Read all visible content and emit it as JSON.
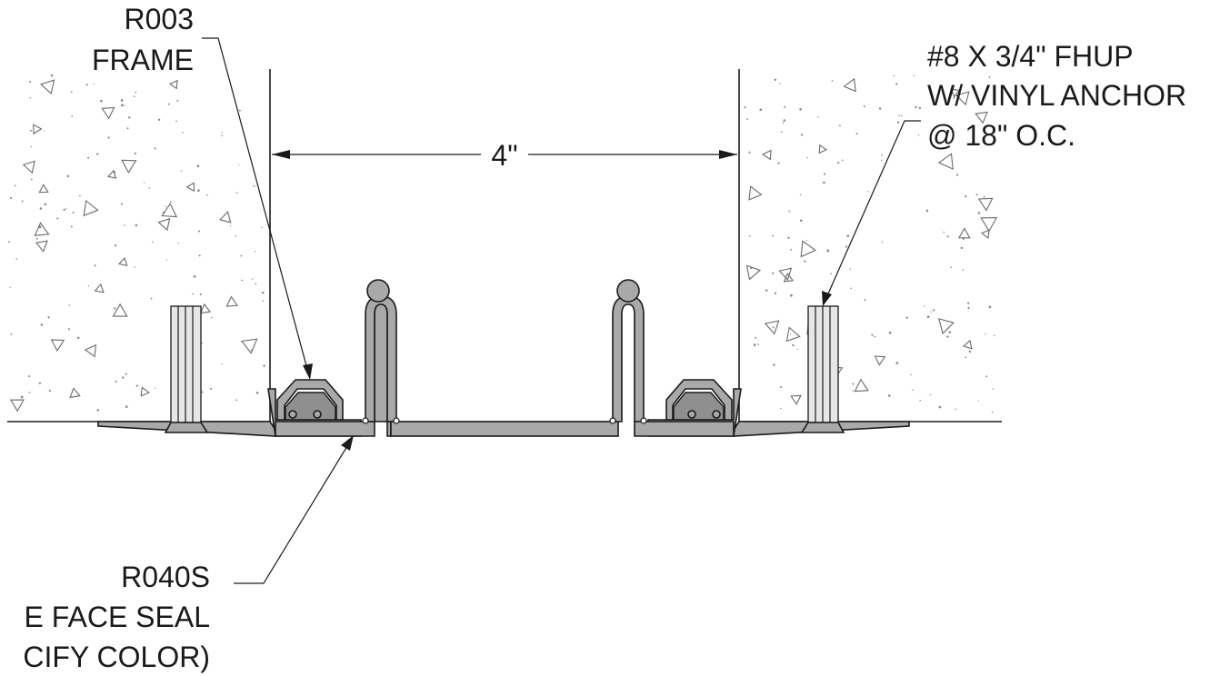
{
  "diagram": {
    "labels": {
      "frame": [
        "R003",
        "FRAME"
      ],
      "fastener": [
        "#8 X 3/4\" FHUP",
        "W/ VINYL ANCHOR",
        "@ 18\" O.C."
      ],
      "seal": [
        "R040S",
        "E FACE SEAL",
        "CIFY COLOR)"
      ],
      "dimension": "4\""
    },
    "colors": {
      "line": "#1a1a1a",
      "extrusion": "#a9a9a9",
      "insert": "#8f8f8f",
      "concrete_speckle": "#8a8a8a"
    }
  }
}
